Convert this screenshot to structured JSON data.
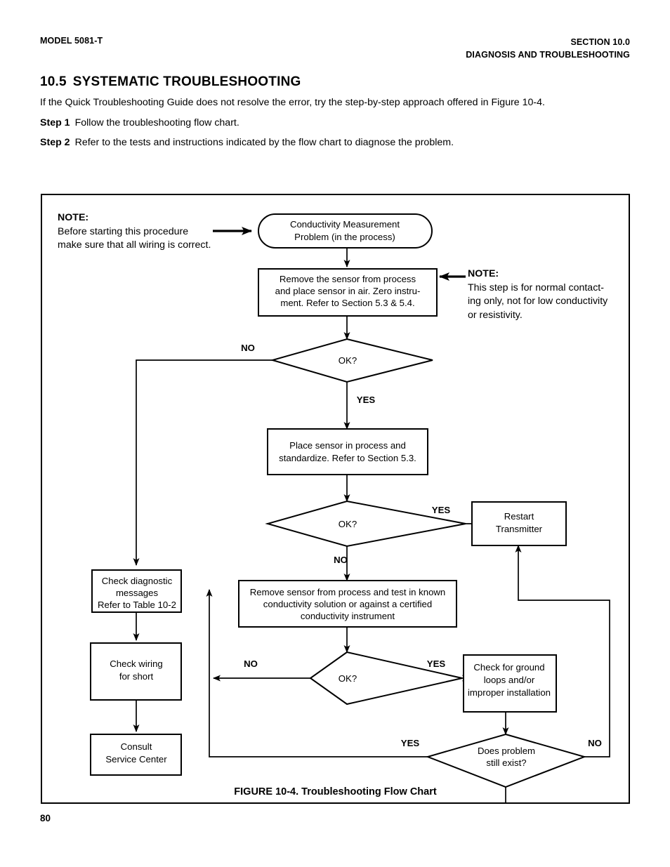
{
  "header": {
    "left": "MODEL 5081-T",
    "right_line1": "SECTION 10.0",
    "right_line2": "DIAGNOSIS AND TROUBLESHOOTING"
  },
  "section": {
    "number": "10.5",
    "title": "SYSTEMATIC TROUBLESHOOTING",
    "intro": "If the Quick Troubleshooting Guide does not resolve the error, try the step-by-step approach offered in Figure 10-4.",
    "step1_label": "Step 1",
    "step1_text": "Follow the troubleshooting flow chart.",
    "step2_label": "Step 2",
    "step2_text": "Refer to the tests and instructions indicated by the flow chart to diagnose the problem."
  },
  "notes": {
    "left": {
      "title": "NOTE:",
      "line1": "Before starting this procedure",
      "line2": "make sure that all wiring is correct."
    },
    "right": {
      "title": "NOTE:",
      "line1": "This step is for normal contact-",
      "line2": "ing only, not for low conductivity",
      "line3": "or resistivity."
    }
  },
  "flowchart": {
    "type": "flowchart",
    "nodes": [
      {
        "id": "start",
        "shape": "terminator",
        "lines": [
          "Conductivity Measurement",
          "Problem (in the process)"
        ]
      },
      {
        "id": "remove-sensor-zero",
        "shape": "process",
        "lines": [
          "Remove the sensor from process",
          "and place sensor in air. Zero instru-",
          "ment. Refer to Section 5.3 & 5.4."
        ]
      },
      {
        "id": "decision-ok-1",
        "shape": "decision",
        "lines": [
          "OK?"
        ]
      },
      {
        "id": "place-sensor-standardize",
        "shape": "process",
        "lines": [
          "Place sensor in process and",
          "standardize. Refer to Section 5.3."
        ]
      },
      {
        "id": "decision-ok-2",
        "shape": "decision",
        "lines": [
          "OK?"
        ]
      },
      {
        "id": "restart-transmitter",
        "shape": "process",
        "lines": [
          "Restart",
          "Transmitter"
        ]
      },
      {
        "id": "test-known-solution",
        "shape": "process",
        "lines": [
          "Remove sensor from process and test in known",
          "conductivity solution or against a certified",
          "conductivity instrument"
        ]
      },
      {
        "id": "decision-ok-3",
        "shape": "decision",
        "lines": [
          "OK?"
        ]
      },
      {
        "id": "check-ground-loops",
        "shape": "process",
        "lines": [
          "Check for ground",
          "loops and/or",
          "improper installation"
        ]
      },
      {
        "id": "decision-problem-exists",
        "shape": "decision",
        "lines": [
          "Does problem",
          "still exist?"
        ]
      },
      {
        "id": "check-diagnostic-messages",
        "shape": "process",
        "lines": [
          "Check diagnostic",
          "messages",
          "Refer to Table 10-2"
        ]
      },
      {
        "id": "check-wiring-short",
        "shape": "process",
        "lines": [
          "Check wiring",
          "for short"
        ]
      },
      {
        "id": "consult-service-center",
        "shape": "process",
        "lines": [
          "Consult",
          "Service Center"
        ]
      }
    ],
    "edge_labels": {
      "ok1_no": "NO",
      "ok1_yes": "YES",
      "ok2_yes": "YES",
      "ok2_no": "NO",
      "ok3_no": "NO",
      "ok3_yes": "YES",
      "exists_yes": "YES",
      "exists_no": "NO"
    },
    "edges": [
      {
        "from": "start",
        "to": "remove-sensor-zero",
        "label": ""
      },
      {
        "from": "remove-sensor-zero",
        "to": "decision-ok-1",
        "label": ""
      },
      {
        "from": "decision-ok-1",
        "to": "check-diagnostic-messages",
        "label": "NO"
      },
      {
        "from": "decision-ok-1",
        "to": "place-sensor-standardize",
        "label": "YES"
      },
      {
        "from": "place-sensor-standardize",
        "to": "decision-ok-2",
        "label": ""
      },
      {
        "from": "decision-ok-2",
        "to": "restart-transmitter",
        "label": "YES"
      },
      {
        "from": "decision-ok-2",
        "to": "test-known-solution",
        "label": "NO"
      },
      {
        "from": "test-known-solution",
        "to": "decision-ok-3",
        "label": ""
      },
      {
        "from": "decision-ok-3",
        "to": "check-wiring-short",
        "label": "NO"
      },
      {
        "from": "decision-ok-3",
        "to": "check-ground-loops",
        "label": "YES"
      },
      {
        "from": "check-ground-loops",
        "to": "decision-problem-exists",
        "label": ""
      },
      {
        "from": "decision-problem-exists",
        "to": "check-diagnostic-messages",
        "label": "YES"
      },
      {
        "from": "decision-problem-exists",
        "to": "restart-transmitter",
        "label": "NO"
      },
      {
        "from": "check-diagnostic-messages",
        "to": "check-wiring-short",
        "label": ""
      },
      {
        "from": "check-wiring-short",
        "to": "consult-service-center",
        "label": ""
      }
    ]
  },
  "caption": "FIGURE 10-4. Troubleshooting Flow Chart",
  "page_number": "80"
}
